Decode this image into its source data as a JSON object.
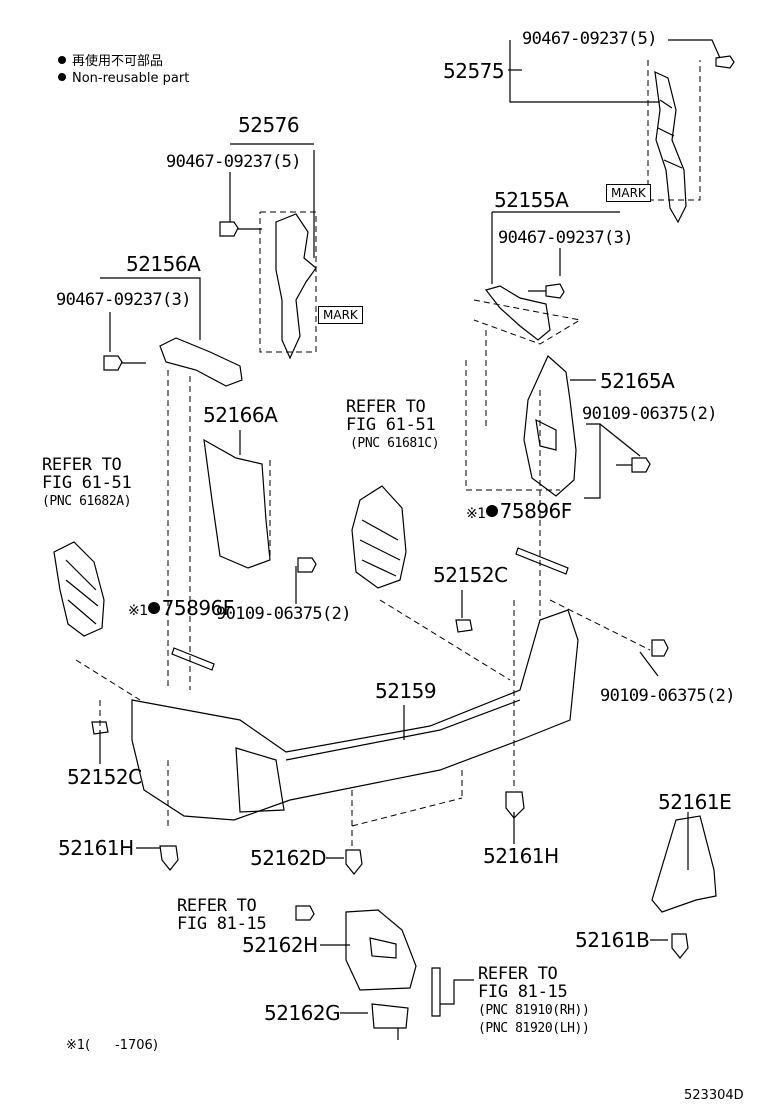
{
  "legend": {
    "line1": "再使用不可部品",
    "line2": "Non-reusable part"
  },
  "parts": {
    "p52575": "52575",
    "p52575_bolt": "90467-09237(5)",
    "p52576": "52576",
    "p52576_bolt": "90467-09237(5)",
    "p52155A": "52155A",
    "p52155A_bolt": "90467-09237(3)",
    "p52156A": "52156A",
    "p52156A_bolt": "90467-09237(3)",
    "p52165A": "52165A",
    "p52165A_bolt": "90109-06375(2)",
    "p52166A": "52166A",
    "p52166A_bolt": "90109-06375(2)",
    "p75896F_right": "75896F",
    "p75896F_left": "75896F",
    "p52152C_right": "52152C",
    "p52152C_left": "52152C",
    "p52159": "52159",
    "p52159_bolt": "90109-06375(2)",
    "p52161H_left": "52161H",
    "p52161H_right": "52161H",
    "p52162D": "52162D",
    "p52161E": "52161E",
    "p52161B": "52161B",
    "p52162H": "52162H",
    "p52162G": "52162G"
  },
  "refs": {
    "left": {
      "line1": "REFER TO",
      "line2": "FIG 61-51",
      "pnc": "(PNC 61682A)"
    },
    "center": {
      "line1": "REFER TO",
      "line2": "FIG 61-51",
      "pnc": "(PNC 61681C)"
    },
    "bottom_left": {
      "line1": "REFER TO",
      "line2": "FIG 81-15"
    },
    "bottom_right": {
      "line1": "REFER TO",
      "line2": "FIG 81-15",
      "pnc1": "(PNC 81910(RH))",
      "pnc2": "(PNC 81920(LH))"
    }
  },
  "marks": {
    "mark1": "MARK",
    "mark2": "MARK"
  },
  "note": {
    "symbol": "※1",
    "text": "(      -1706)"
  },
  "note_prefix": "※1",
  "figure_code": "523304D"
}
